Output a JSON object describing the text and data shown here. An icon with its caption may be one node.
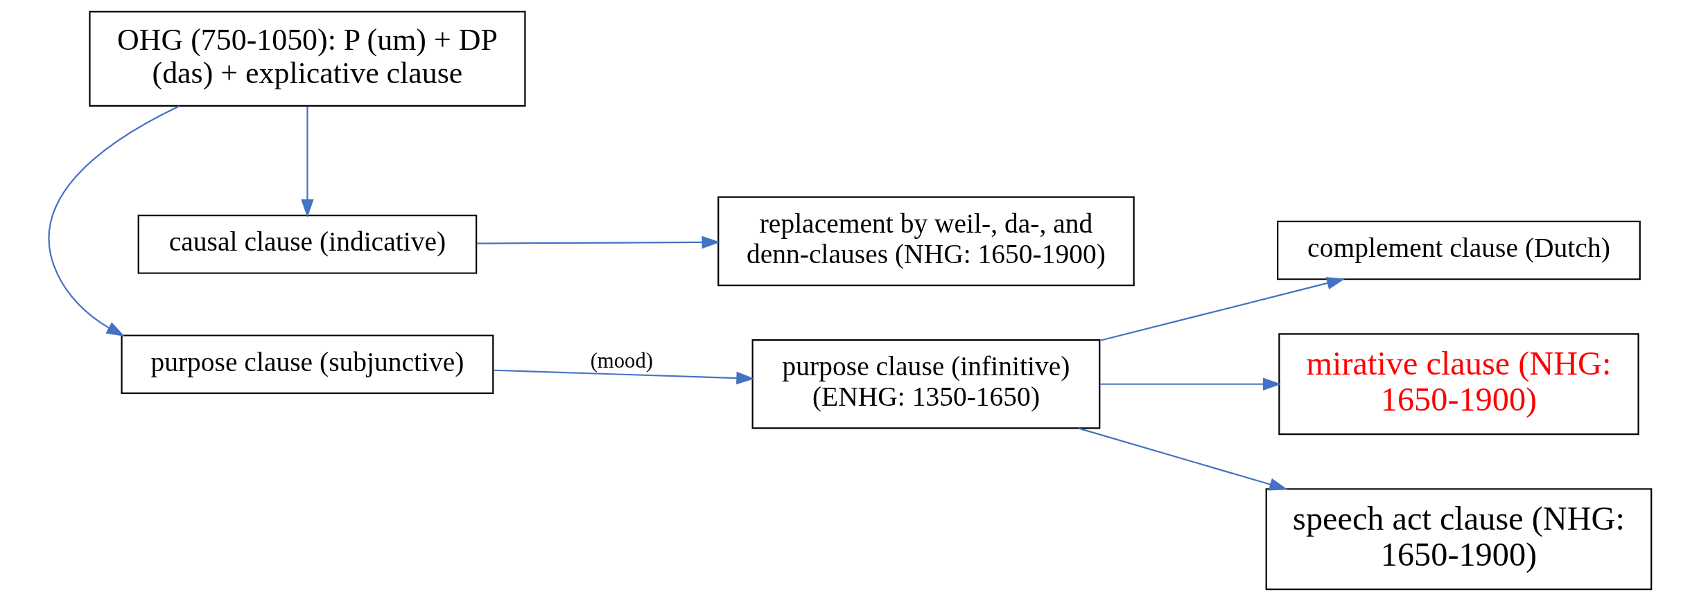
{
  "diagram": {
    "nodes": [
      {
        "text": [
          "purpose clause (subjunctive)"
        ]
      },
      {
        "text": [
          "purpose clause (infinitive) (ENHG: 1350-1650)"
        ]
      },
      {
        "text": [
          "complement clause (Dutch)"
        ]
      },
      {
        "text": [
          "OHG (750-1050): P (um) + DP (das) + explicative clause"
        ]
      },
      {
        "text": [
          "mirative clause (NHG: 1650-1900)"
        ]
      },
      {
        "text": [
          "speech act clause (NHG: 1650-1900)"
        ]
      },
      {
        "text": [
          "causal clause (indicative)"
        ]
      },
      {
        "text": [
          "replacement by weil-, da-, and denn-clauses (NHG: 1650-1900)"
        ]
      }
    ],
    "edges": [
      {
        "from": 3,
        "to": 0,
        "arrow": "to"
      },
      {
        "from": 0,
        "to": 1,
        "arrow": "to",
        "label": "(mood)"
      },
      {
        "from": 1,
        "to": 2,
        "arrow": "to"
      },
      {
        "from": 1,
        "to": 4,
        "arrow": "to"
      },
      {
        "from": 1,
        "to": 5,
        "arrow": "to"
      },
      {
        "from": 3,
        "to": 6,
        "arrow": "to"
      },
      {
        "from": 6,
        "to": 7,
        "arrow": "to"
      }
    ]
  }
}
